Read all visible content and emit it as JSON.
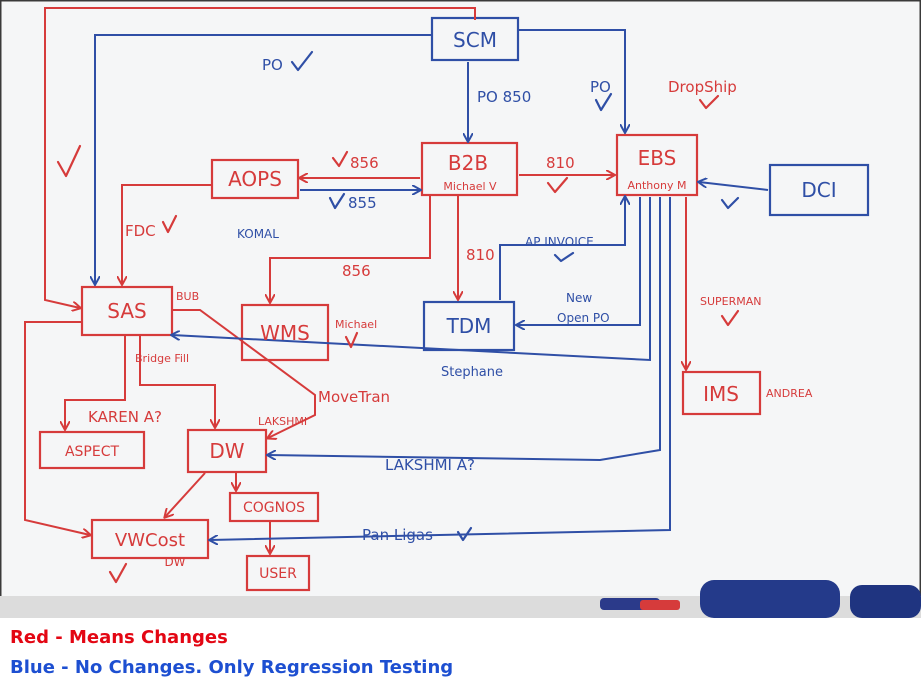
{
  "colors": {
    "changed": "#d63b3b",
    "unchanged": "#2f4fa6",
    "board_bg": "#f5f6f7",
    "frame": "#2b2b2b",
    "legend_red": "#e30613",
    "legend_blue": "#1d4fd1"
  },
  "nodes": {
    "scm": "SCM",
    "b2b": "B2B",
    "b2b_owner": "Michael V",
    "ebs": "EBS",
    "ebs_owner": "Anthony M",
    "aops": "AOPS",
    "aops_owner": "KOMAL",
    "dci": "DCI",
    "sas": "SAS",
    "sas_tag": "BUB",
    "wms": "WMS",
    "wms_owner": "Michael",
    "tdm": "TDM",
    "tdm_owner": "Stephane",
    "ims": "IMS",
    "ims_owner": "ANDREA",
    "dw": "DW",
    "dw_owner": "LAKSHMI",
    "aspect": "ASPECT",
    "cognos": "COGNOS",
    "vwcost": "VWCost",
    "vwcost_sub": "DW",
    "user": "USER"
  },
  "labels": {
    "po_top": "PO",
    "po_850": "PO 850",
    "po_right": "PO",
    "dropship": "DropShip",
    "l856_b2b_aops": "856",
    "l855": "855",
    "l810_b2b_ebs": "810",
    "fdc": "FDC",
    "l856_wms": "856",
    "l810_tdm": "810",
    "ap_invoice": "AP INVOICE",
    "new_open_po": "New",
    "open_po": "Open PO",
    "superman": "SUPERMAN",
    "karen": "KAREN A?",
    "movetran": "MoveTran",
    "lakshmi_q": "LAKSHMI A?",
    "pan_ligas": "Pan Ligas",
    "bridge_fill": "Bridge Fill"
  },
  "legend": {
    "red": "Red - Means Changes",
    "blue": "Blue - No Changes.  Only Regression Testing"
  }
}
